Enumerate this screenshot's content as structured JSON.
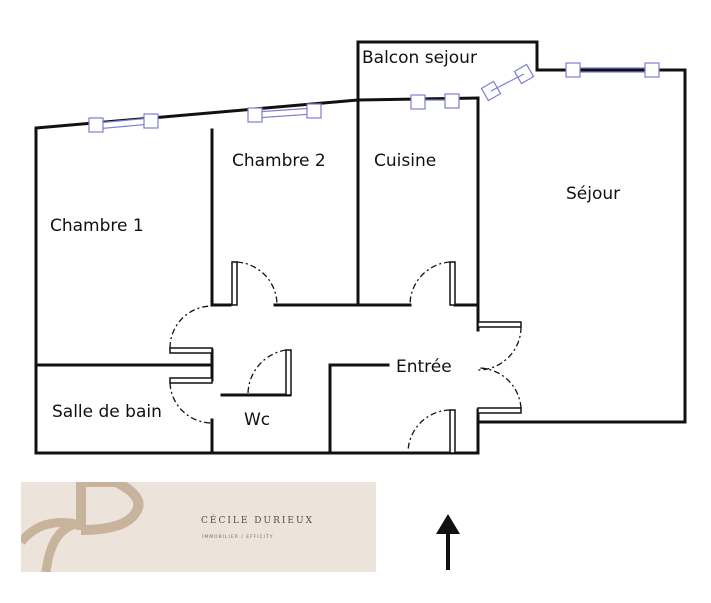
{
  "rooms": {
    "balcon": "Balcon sejour",
    "chambre2": "Chambre 2",
    "cuisine": "Cuisine",
    "sejour": "Séjour",
    "chambre1": "Chambre 1",
    "entree": "Entrée",
    "salle_de_bain": "Salle de bain",
    "wc": "Wc"
  },
  "logo": {
    "name": "CÉCILE DURIEUX",
    "subtitle": "IMMOBILIER / EFFICITY"
  },
  "colors": {
    "wall": "#111111",
    "window": "#7d7fd0",
    "logo_bg": "#ece3db",
    "logo_mark": "#c8b49c"
  },
  "icons": {
    "orientation": "north-arrow"
  }
}
